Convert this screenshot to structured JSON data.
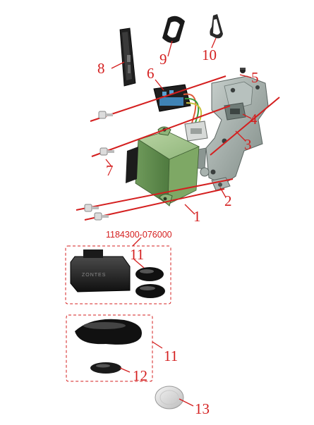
{
  "diagram": {
    "kit_part_number": "1184300-076000",
    "module_brand": "ZONTES",
    "callouts": {
      "c1": "1",
      "c2": "2",
      "c3": "3",
      "c4": "4",
      "c5": "5",
      "c6": "6",
      "c7": "7",
      "c8": "8",
      "c9": "9",
      "c10": "10",
      "c11a": "11",
      "c11b": "11",
      "c12": "12",
      "c13": "13"
    },
    "colors": {
      "callout_red": "#d41f1f",
      "ecu_green": "#8fb57a",
      "bracket_gray": "#9aa5a1",
      "rubber_black": "#1c1c1c"
    }
  }
}
